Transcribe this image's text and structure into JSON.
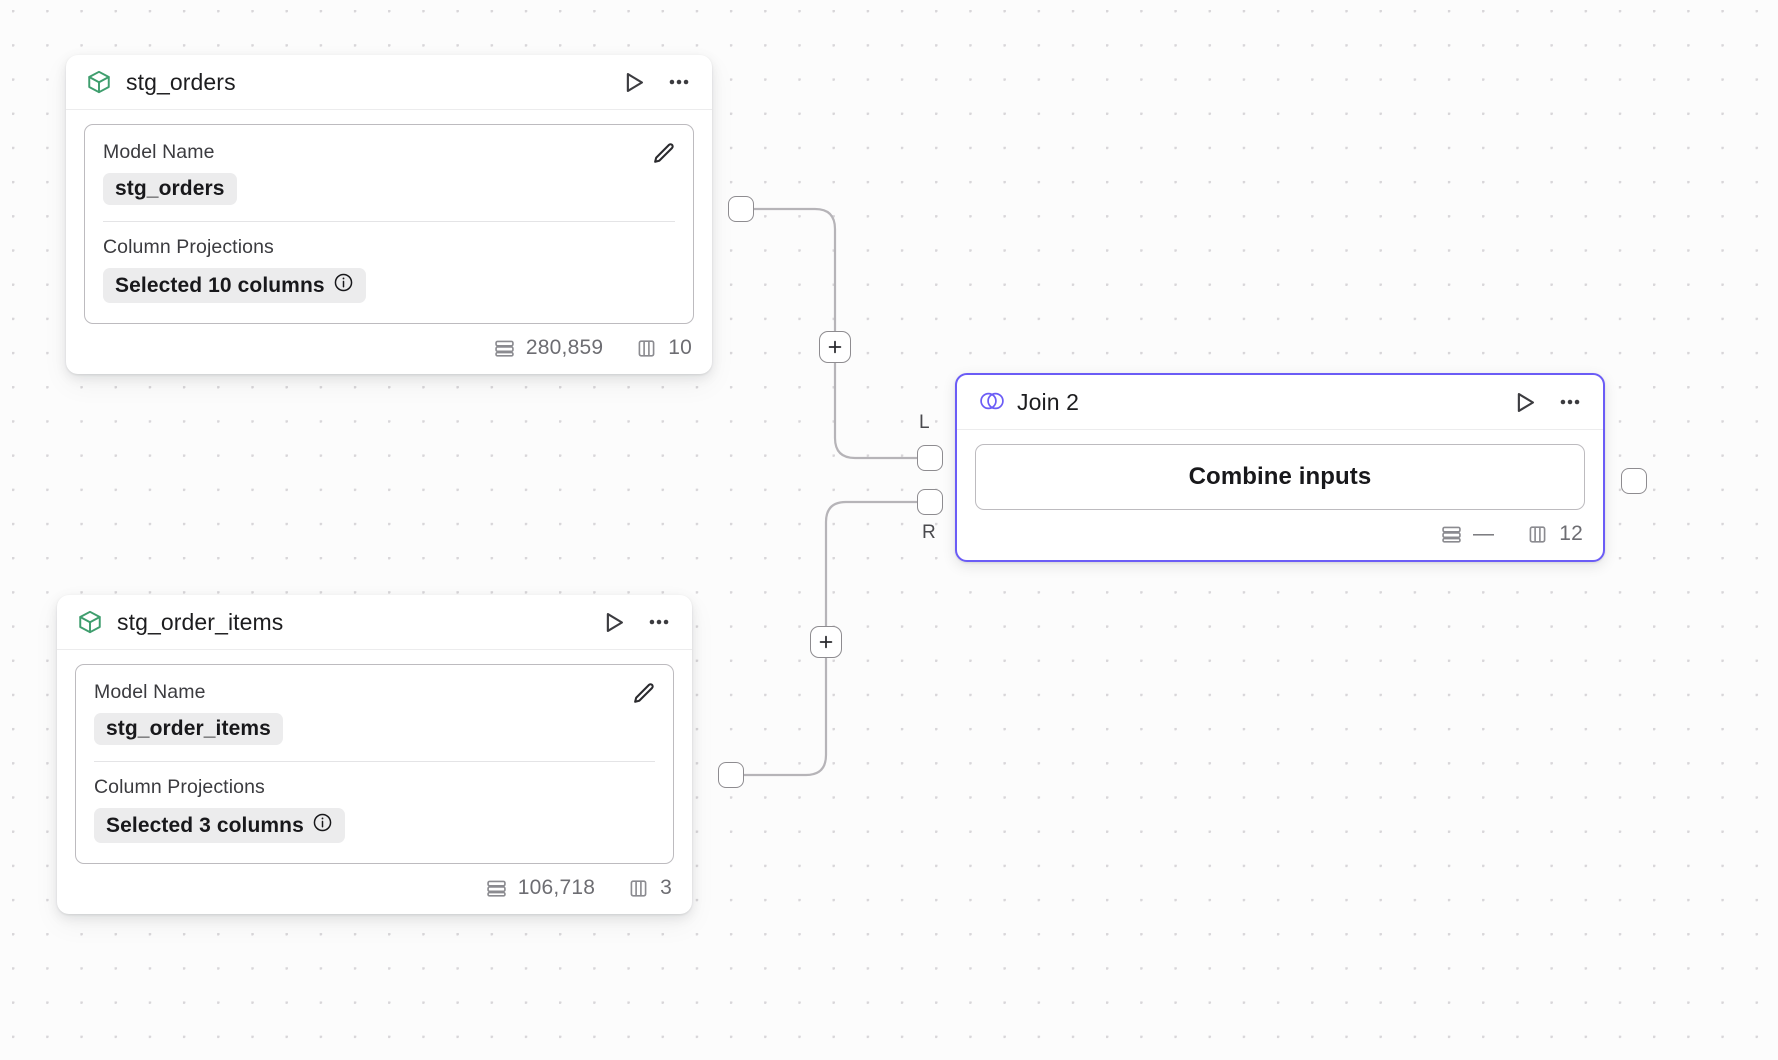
{
  "canvas": {
    "background_color": "#fcfcfc",
    "dot_color": "#d8d6d9",
    "accent_color": "#6b5cf6",
    "model_icon_color": "#3f9e6e"
  },
  "nodes": [
    {
      "id": "stg_orders",
      "title": "stg_orders",
      "icon": "cube-icon",
      "type": "model",
      "fields": {
        "model_name_label": "Model Name",
        "model_name_value": "stg_orders",
        "column_projections_label": "Column Projections",
        "column_projections_value": "Selected 10 columns"
      },
      "footer": {
        "rows": "280,859",
        "columns": "10"
      },
      "actions": {
        "run": "run-icon",
        "more": "more-icon",
        "edit": "edit-icon",
        "info": "info-icon"
      }
    },
    {
      "id": "stg_order_items",
      "title": "stg_order_items",
      "icon": "cube-icon",
      "type": "model",
      "fields": {
        "model_name_label": "Model Name",
        "model_name_value": "stg_order_items",
        "column_projections_label": "Column Projections",
        "column_projections_value": "Selected 3 columns"
      },
      "footer": {
        "rows": "106,718",
        "columns": "3"
      },
      "actions": {
        "run": "run-icon",
        "more": "more-icon",
        "edit": "edit-icon",
        "info": "info-icon"
      }
    },
    {
      "id": "join_2",
      "title": "Join 2",
      "icon": "venn-icon",
      "type": "join",
      "selected": true,
      "button_label": "Combine inputs",
      "footer": {
        "rows": "—",
        "columns": "12"
      },
      "ports": {
        "left_label": "L",
        "right_label": "R"
      },
      "actions": {
        "run": "run-icon",
        "more": "more-icon"
      }
    }
  ],
  "edges": [
    {
      "from": "stg_orders",
      "to": "join_2",
      "to_port": "L",
      "add_label": "+"
    },
    {
      "from": "stg_order_items",
      "to": "join_2",
      "to_port": "R",
      "add_label": "+"
    }
  ]
}
